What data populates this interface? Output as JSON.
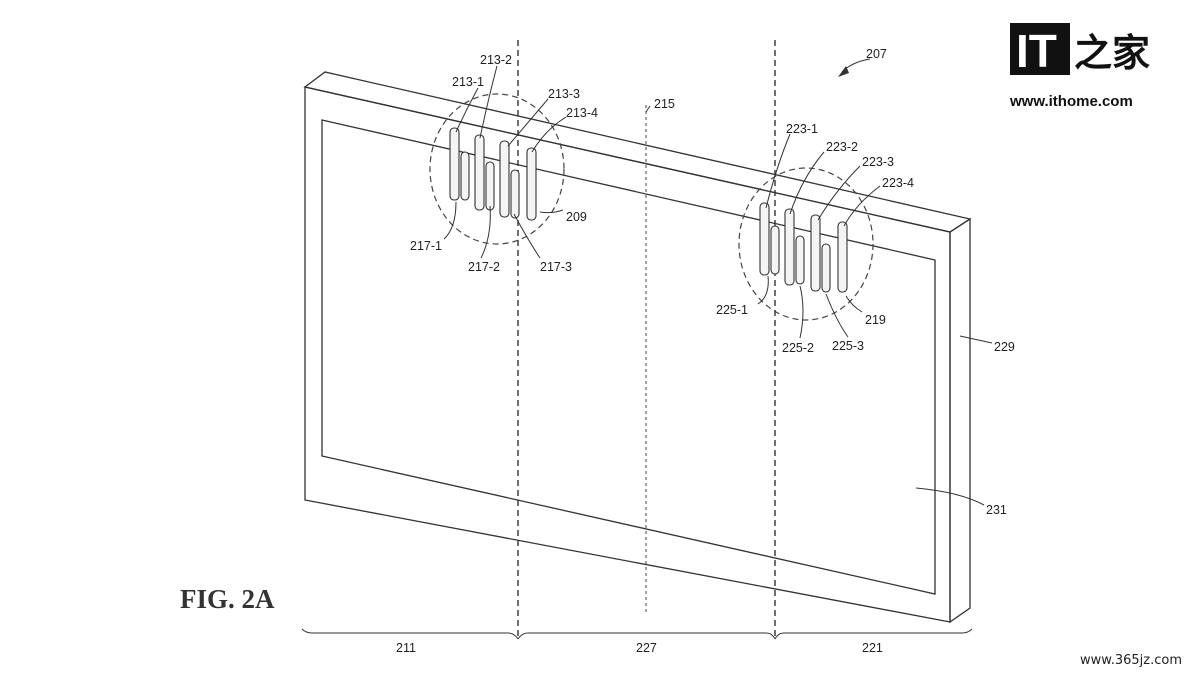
{
  "figure": {
    "title": "FIG. 2A",
    "labels": {
      "assembly": "207",
      "hinge_213_1": "213-1",
      "hinge_213_2": "213-2",
      "hinge_213_3": "213-3",
      "hinge_213_4": "213-4",
      "axis_215": "215",
      "hinge_group_209": "209",
      "part_217_1": "217-1",
      "part_217_2": "217-2",
      "part_217_3": "217-3",
      "hinge_223_1": "223-1",
      "hinge_223_2": "223-2",
      "hinge_223_3": "223-3",
      "hinge_223_4": "223-4",
      "part_225_1": "225-1",
      "part_225_2": "225-2",
      "part_225_3": "225-3",
      "hinge_group_219": "219",
      "frame_229": "229",
      "display_231": "231",
      "section_211": "211",
      "section_227": "227",
      "section_221": "221"
    }
  },
  "branding": {
    "logo_it": "IT",
    "logo_cn": "之家",
    "logo_url": "www.ithome.com",
    "watermark": "www.365jz.com"
  },
  "colors": {
    "line": "#333333",
    "background": "#ffffff",
    "logo": "#111111"
  }
}
